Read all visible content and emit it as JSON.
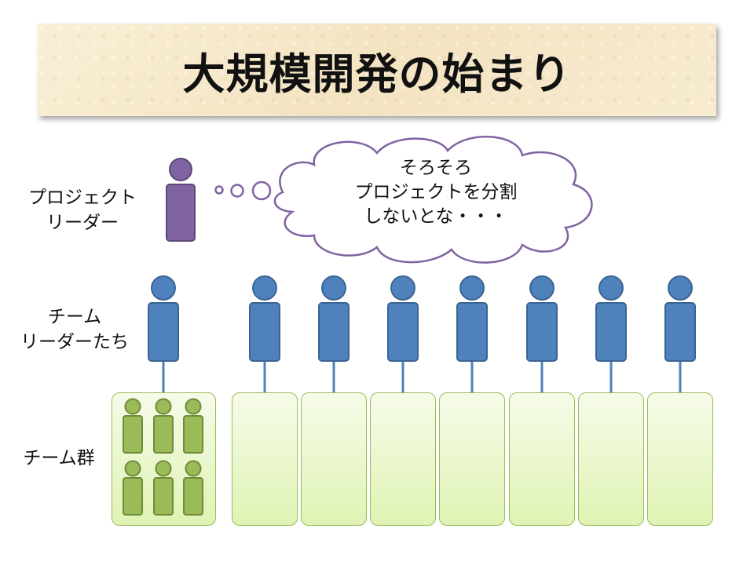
{
  "title": "大規模開発の始まり",
  "labels": {
    "project_leader": [
      "プロジェクト",
      "リーダー"
    ],
    "team_leaders": [
      "チーム",
      "リーダーたち"
    ],
    "teams": "チーム群"
  },
  "thought_bubble": {
    "lines": [
      "そろそろ",
      "プロジェクトを分割",
      "しないとな・・・"
    ]
  },
  "colors": {
    "project_leader": "#8064a2",
    "team_leader": "#4f81bd",
    "team_member": "#9bbb59",
    "team_box_fill": "#e6f5c4",
    "banner": "#f5e7c8"
  },
  "team_leader_count": 8,
  "first_team_member_count": 6
}
